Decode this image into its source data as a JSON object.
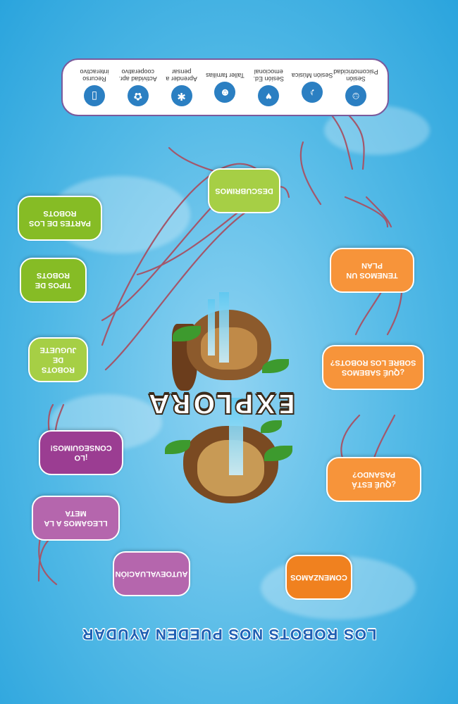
{
  "title": "LOS ROBOTS NOS PUEDEN AYUDAR",
  "center_logo": "EXPLORA",
  "nodes": {
    "comenzamos": "COMENZAMOS",
    "que_esta_pasando": "¿QUÉ ESTÁ PASANDO?",
    "que_sabemos": "¿QUÉ SABEMOS SOBRE LOS ROBOTS?",
    "tenemos_plan": "TENEMOS UN PLAN",
    "descubrimos": "DESCUBRIMOS",
    "partes_robots": "PARTES DE LOS ROBOTS",
    "tipos_robots": "TIPOS DE ROBOTS",
    "robots_juguete": "ROBOTS DE JUGUETE",
    "lo_conseguimos": "¡LO CONSEGUIMOS!",
    "llegamos_meta": "LLEGAMOS A LA META",
    "autoevaluacion": "AUTOEVALUACIÓN"
  },
  "legend": [
    {
      "icon": "head-profile-icon",
      "glyph": "☺",
      "label": "Sesión Psicomotricidad"
    },
    {
      "icon": "music-note-icon",
      "glyph": "♪",
      "label": "Sesión Música"
    },
    {
      "icon": "heart-icon",
      "glyph": "♥",
      "label": "Sesión Ed. emocional"
    },
    {
      "icon": "family-icon",
      "glyph": "☻",
      "label": "Taller familias"
    },
    {
      "icon": "lightbulb-icon",
      "glyph": "✱",
      "label": "Aprender a pensar"
    },
    {
      "icon": "group-icon",
      "glyph": "✿",
      "label": "Actividad apr. cooperativo"
    },
    {
      "icon": "tablet-icon",
      "glyph": "▯",
      "label": "Recurso interactivo"
    }
  ],
  "colors": {
    "orange": "#f7943a",
    "green": "#a6cf45",
    "purple": "#9b3d92",
    "connector": "#a3576b",
    "title": "#1f5fb3"
  }
}
